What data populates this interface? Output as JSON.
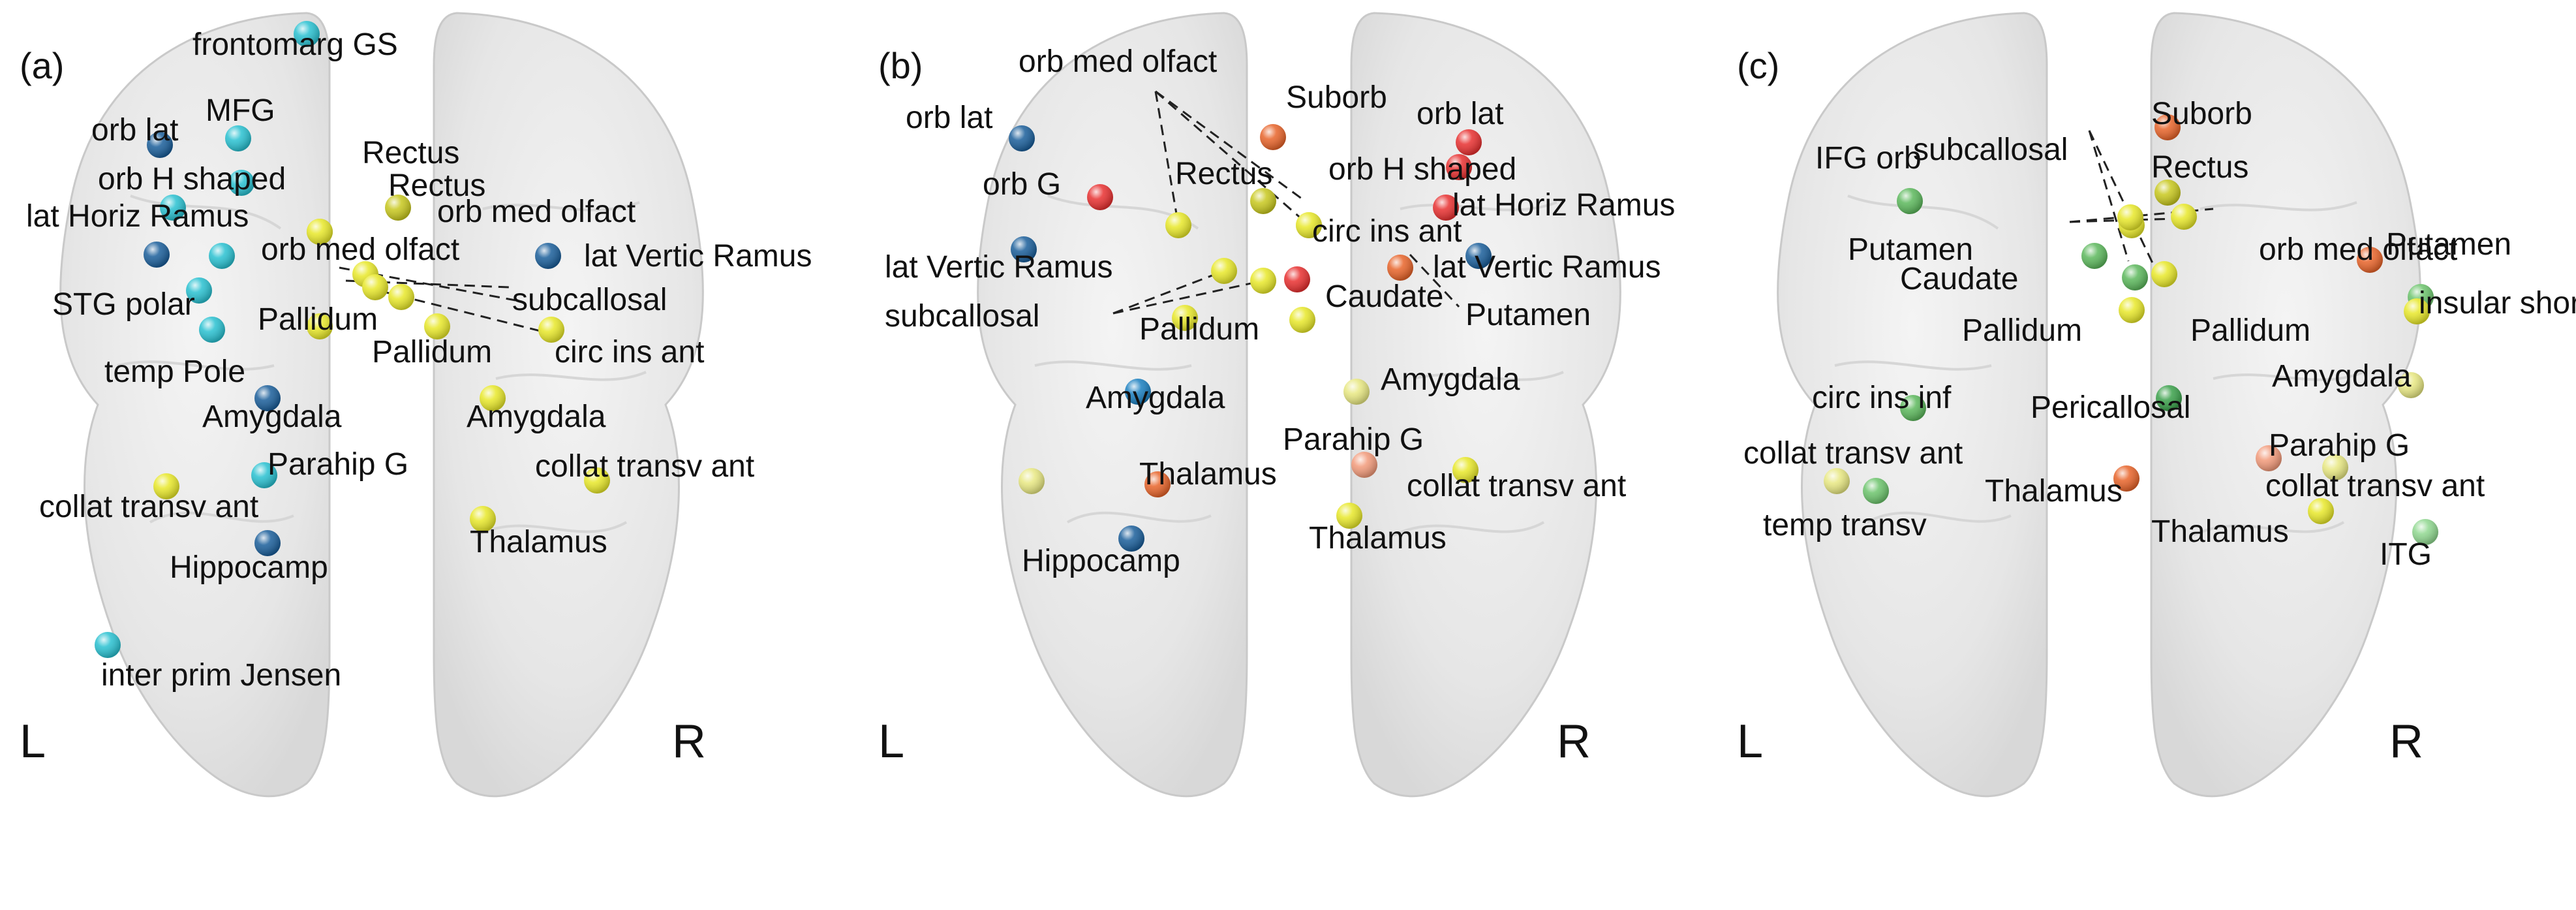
{
  "panels": [
    {
      "id": "a",
      "label": "(a)",
      "left": "L",
      "right": "R",
      "nodes": [
        {
          "name": "frontomarg GS",
          "color": "#29c1d1"
        },
        {
          "name": "MFG",
          "color": "#29c1d1"
        },
        {
          "name": "orb lat",
          "color": "#1a5e9a"
        },
        {
          "name": "orb H shaped",
          "color": "#29c1d1"
        },
        {
          "name": "Rectus",
          "color": "#c8c81e"
        },
        {
          "name": "Rectus",
          "color": "#c8c81e"
        },
        {
          "name": "lat Horiz Ramus",
          "color": "#29c1d1"
        },
        {
          "name": "orb med olfact",
          "color": "#e8e82a"
        },
        {
          "name": "orb med olfact",
          "color": "#e8e82a"
        },
        {
          "name": "lat Vertic Ramus",
          "color": "#1a5e9a"
        },
        {
          "name": "lat Vertic Ramus",
          "color": "#1a5e9a"
        },
        {
          "name": "lat Vertic Ramus",
          "color": "#29c1d1"
        },
        {
          "name": "subcallosal",
          "color": "#e8e82a"
        },
        {
          "name": "subcallosal",
          "color": "#e8e82a"
        },
        {
          "name": "STG polar",
          "color": "#29c1d1"
        },
        {
          "name": "Pallidum",
          "color": "#e8e82a"
        },
        {
          "name": "Pallidum",
          "color": "#e8e82a"
        },
        {
          "name": "circ ins ant",
          "color": "#e8e82a"
        },
        {
          "name": "temp Pole",
          "color": "#29c1d1"
        },
        {
          "name": "Amygdala",
          "color": "#1a5e9a"
        },
        {
          "name": "Amygdala",
          "color": "#e8e82a"
        },
        {
          "name": "Parahip G",
          "color": "#29c1d1"
        },
        {
          "name": "collat transv ant",
          "color": "#e8e82a"
        },
        {
          "name": "collat transv ant",
          "color": "#e8e82a"
        },
        {
          "name": "Hippocamp",
          "color": "#1a5e9a"
        },
        {
          "name": "Thalamus",
          "color": "#e8e82a"
        },
        {
          "name": "inter prim Jensen",
          "color": "#29c1d1"
        }
      ]
    },
    {
      "id": "b",
      "label": "(b)",
      "left": "L",
      "right": "R",
      "nodes": [
        {
          "name": "orb med olfact",
          "color": "#e8e82a"
        },
        {
          "name": "orb med olfact",
          "color": "#e8e82a"
        },
        {
          "name": "orb lat",
          "color": "#1a5e9a"
        },
        {
          "name": "Suborb",
          "color": "#e8642a"
        },
        {
          "name": "orb lat",
          "color": "#e83030"
        },
        {
          "name": "orb G",
          "color": "#e83030"
        },
        {
          "name": "orb H shaped",
          "color": "#e83030"
        },
        {
          "name": "Rectus",
          "color": "#c8c81e"
        },
        {
          "name": "lat Horiz Ramus",
          "color": "#e83030"
        },
        {
          "name": "circ ins ant",
          "color": "#e8e82a"
        },
        {
          "name": "lat Vertic Ramus",
          "color": "#1a5e9a"
        },
        {
          "name": "lat Vertic Ramus",
          "color": "#1a5e9a"
        },
        {
          "name": "subcallosal",
          "color": "#e8e82a"
        },
        {
          "name": "subcallosal",
          "color": "#e8e82a"
        },
        {
          "name": "Caudate",
          "color": "#e83030"
        },
        {
          "name": "Putamen",
          "color": "#e8642a"
        },
        {
          "name": "Pallidum",
          "color": "#e8e82a"
        },
        {
          "name": "Pallidum",
          "color": "#e8e82a"
        },
        {
          "name": "Amygdala",
          "color": "#1a7fc0"
        },
        {
          "name": "Amygdala",
          "color": "#e8e882"
        },
        {
          "name": "Parahip G",
          "color": "#f29a7a"
        },
        {
          "name": "collat transv ant",
          "color": "#e8e882"
        },
        {
          "name": "collat transv ant",
          "color": "#e8e82a"
        },
        {
          "name": "Thalamus",
          "color": "#e8642a"
        },
        {
          "name": "Thalamus",
          "color": "#e8e82a"
        },
        {
          "name": "Hippocamp",
          "color": "#1a5e9a"
        }
      ]
    },
    {
      "id": "c",
      "label": "(c)",
      "left": "L",
      "right": "R",
      "nodes": [
        {
          "name": "subcallosal",
          "color": "#e8e82a"
        },
        {
          "name": "subcallosal",
          "color": "#e8e82a"
        },
        {
          "name": "Suborb",
          "color": "#e8642a"
        },
        {
          "name": "IFG orb",
          "color": "#5cb85c"
        },
        {
          "name": "Rectus",
          "color": "#c8c81e"
        },
        {
          "name": "orb med olfact",
          "color": "#e8e82a"
        },
        {
          "name": "orb med olfact",
          "color": "#e8e82a"
        },
        {
          "name": "Putamen",
          "color": "#5cb85c"
        },
        {
          "name": "Putamen",
          "color": "#e8642a"
        },
        {
          "name": "Caudate",
          "color": "#5cb85c"
        },
        {
          "name": "insular short",
          "color": "#6cc46c"
        },
        {
          "name": "Pallidum",
          "color": "#e8e82a"
        },
        {
          "name": "Pallidum",
          "color": "#e8e82a"
        },
        {
          "name": "Amygdala",
          "color": "#e8e882"
        },
        {
          "name": "circ ins inf",
          "color": "#5cb85c"
        },
        {
          "name": "Pericallosal",
          "color": "#3aa04a"
        },
        {
          "name": "Parahip G",
          "color": "#f29a7a"
        },
        {
          "name": "collat transv ant",
          "color": "#e8e882"
        },
        {
          "name": "collat transv ant",
          "color": "#e8e882"
        },
        {
          "name": "Thalamus",
          "color": "#e8642a"
        },
        {
          "name": "Thalamus",
          "color": "#e8e82a"
        },
        {
          "name": "temp transv",
          "color": "#6cc46c"
        },
        {
          "name": "ITG",
          "color": "#90d890"
        }
      ]
    }
  ]
}
